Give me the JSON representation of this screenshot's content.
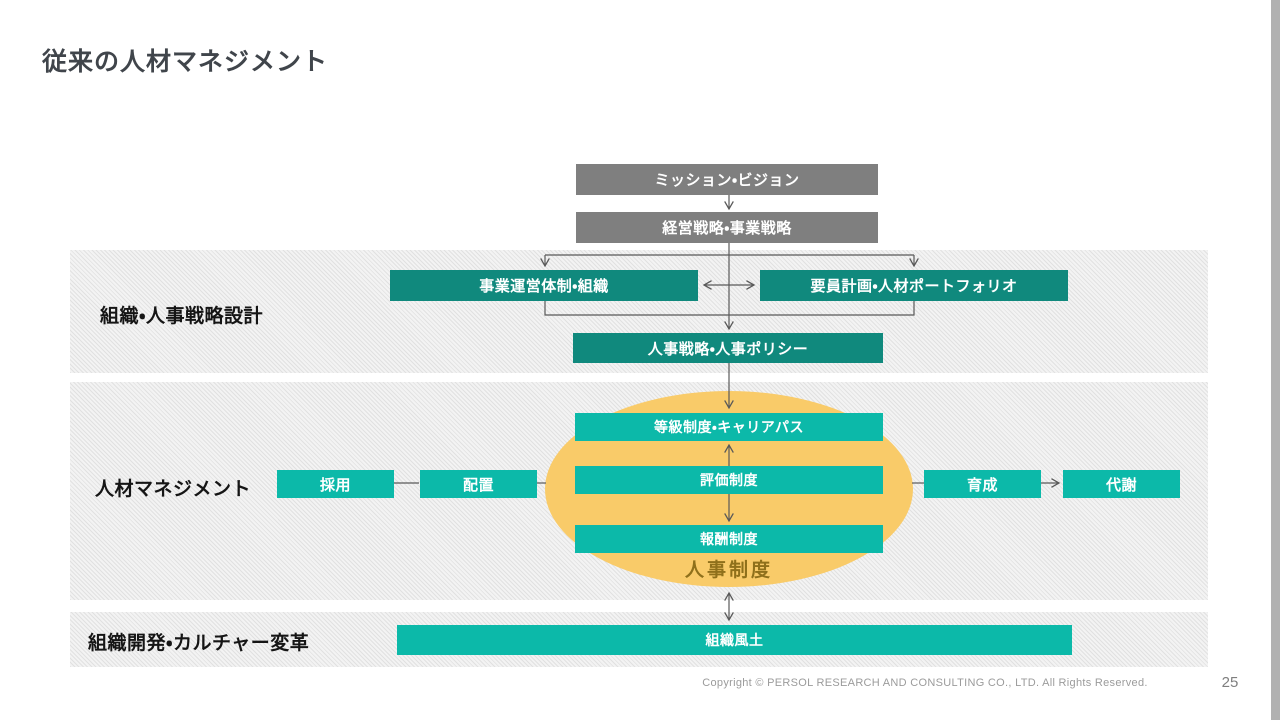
{
  "title": "従来の人材マネジメント",
  "top_flow": {
    "mission_vision": "ミッション・ビジョン",
    "management_strategy": "経営戦略・事業戦略"
  },
  "section_strategy": {
    "label": "組織・人事戦略設計",
    "business_structure": "事業運営体制・組織",
    "workforce_portfolio": "要員計画・人材ポートフォリオ",
    "hr_policy": "人事戦略・人事ポリシー"
  },
  "section_management": {
    "label": "人材マネジメント",
    "recruit": "採用",
    "placement": "配置",
    "grade_system": "等級制度・キャリアパス",
    "evaluation_system": "評価制度",
    "compensation_system": "報酬制度",
    "hr_system": "人事制度",
    "development": "育成",
    "turnover": "代謝"
  },
  "section_culture": {
    "label": "組織開発・カルチャー変革",
    "org_climate": "組織風土"
  },
  "footer": {
    "copyright": "Copyright © PERSOL RESEARCH AND CONSULTING CO., LTD. All Rights Reserved.",
    "page_number": "25"
  },
  "colors": {
    "gray_box": "#7F7F7F",
    "dark_teal": "#10897D",
    "bright_teal": "#0CB9A9",
    "ellipse_orange": "#F9CB69",
    "hr_system_text": "#8F701B",
    "line_gray": "#595959",
    "title_text": "#40454B",
    "band_label_text": "#151515",
    "footer_text": "#9B9B9B",
    "page_number_text": "#7F7F7F",
    "edge_strip": "#B1B1B1"
  }
}
